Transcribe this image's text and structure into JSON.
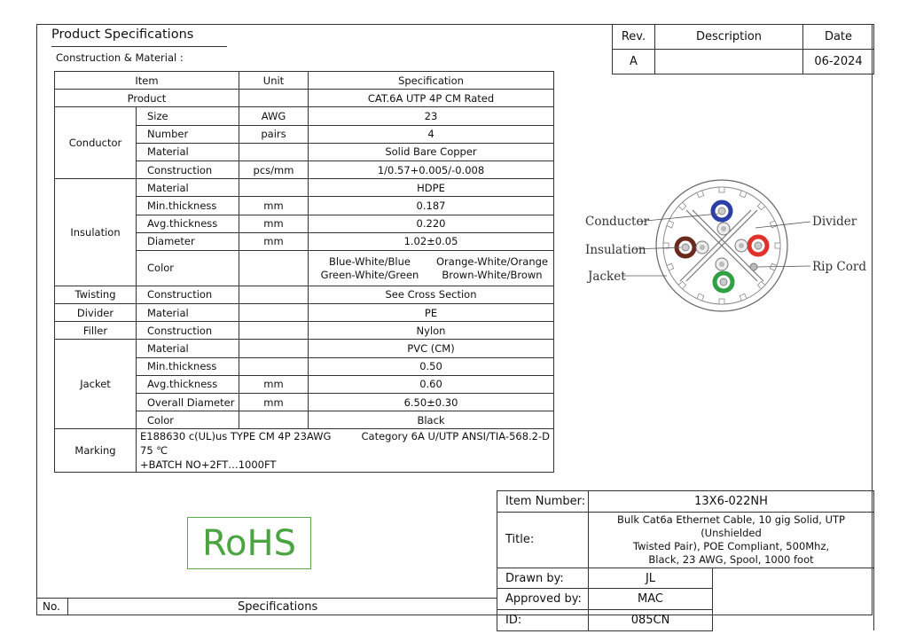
{
  "header": {
    "title": "Product Specifications",
    "subtitle": "Construction & Material :"
  },
  "revision": {
    "headers": [
      "Rev.",
      "Description",
      "Date"
    ],
    "row": [
      "A",
      "",
      "06-2024"
    ]
  },
  "spec": {
    "headers": [
      "Item",
      "Unit",
      "Specification"
    ],
    "product": {
      "label": "Product",
      "value": "CAT.6A UTP 4P CM Rated"
    },
    "conductor": {
      "group": "Conductor",
      "rows": [
        {
          "item": "Size",
          "unit": "AWG",
          "value": "23"
        },
        {
          "item": "Number",
          "unit": "pairs",
          "value": "4"
        },
        {
          "item": "Material",
          "unit": "",
          "value": "Solid Bare Copper"
        },
        {
          "item": "Construction",
          "unit": "pcs/mm",
          "value": "1/0.57+0.005/-0.008"
        }
      ]
    },
    "insulation": {
      "group": "Insulation",
      "rows": [
        {
          "item": "Material",
          "unit": "",
          "value": "HDPE"
        },
        {
          "item": "Min.thickness",
          "unit": "mm",
          "value": "0.187"
        },
        {
          "item": "Avg.thickness",
          "unit": "mm",
          "value": "0.220"
        },
        {
          "item": "Diameter",
          "unit": "mm",
          "value": "1.02±0.05"
        }
      ],
      "color_item": "Color",
      "colors": [
        "Blue-White/Blue",
        "Orange-White/Orange",
        "Green-White/Green",
        "Brown-White/Brown"
      ]
    },
    "twisting": {
      "group": "Twisting",
      "item": "Construction",
      "value": "See Cross Section"
    },
    "divider": {
      "group": "Divider",
      "item": "Material",
      "value": "PE"
    },
    "filler": {
      "group": "Filler",
      "item": "Construction",
      "value": "Nylon"
    },
    "jacket": {
      "group": "Jacket",
      "rows": [
        {
          "item": "Material",
          "unit": "",
          "value": "PVC (CM)"
        },
        {
          "item": "Min.thickness",
          "unit": "",
          "value": "0.50"
        },
        {
          "item": "Avg.thickness",
          "unit": "mm",
          "value": "0.60"
        },
        {
          "item": "Overall Diameter",
          "unit": "mm",
          "value": "6.50±0.30"
        },
        {
          "item": "Color",
          "unit": "",
          "value": "Black"
        }
      ]
    },
    "marking": {
      "label": "Marking",
      "line1_left": "E188630 c(UL)us TYPE CM 4P 23AWG 75 ℃",
      "line1_right": "Category 6A U/UTP ANSI/TIA-568.2-D",
      "line2": "+BATCH NO+2FT…1000FT"
    }
  },
  "diagram": {
    "labels": {
      "conductor": "Conductor",
      "insulation": "Insulation",
      "jacket": "Jacket",
      "divider": "Divider",
      "rip_cord": "Rip Cord"
    },
    "colors": {
      "blue": "#2b3fa8",
      "orange": "#e0322a",
      "green": "#2fa043",
      "brown": "#6b2a1e"
    }
  },
  "logo": {
    "text": "RoHS",
    "color": "#4aa540"
  },
  "title_block": {
    "item_number_label": "Item Number:",
    "item_number": "13X6-022NH",
    "title_label": "Title:",
    "title_lines": [
      "Bulk Cat6a Ethernet Cable, 10 gig Solid, UTP (Unshielded",
      "Twisted Pair), POE Compliant, 500Mhz,",
      "Black, 23 AWG, Spool, 1000 foot"
    ],
    "drawn_by_label": "Drawn by:",
    "drawn_by": "JL",
    "approved_by_label": "Approved by:",
    "approved_by": "MAC",
    "id_label": "ID:",
    "id": "085CN"
  },
  "footer": {
    "no_label": "No.",
    "spec_label": "Specifications"
  }
}
